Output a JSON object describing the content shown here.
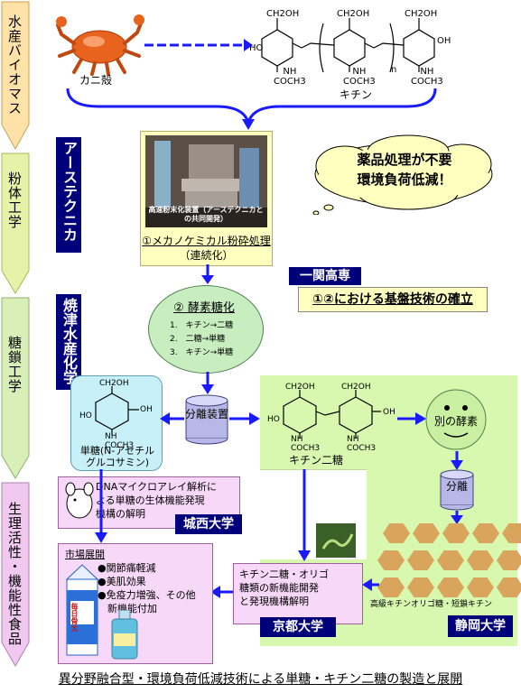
{
  "stages": [
    "水産バイオマス",
    "粉体工学",
    "糖鎖工学",
    "生理活性・機能性食品"
  ],
  "crab_label": "カニ殻",
  "chitin_label": "キチン",
  "chem": {
    "ch2oh": "CH2OH",
    "ho": "HO",
    "oh": "OH",
    "nh": "NH",
    "coch3": "COCH3",
    "n": "n"
  },
  "companies": {
    "aastec": "アーステクニカ",
    "yaizu": "焼津水産化学",
    "ichinoseki": "一関高専",
    "josai": "城西大学",
    "kyoto": "京都大学",
    "shizuoka": "静岡大学"
  },
  "photo_caption": "高速粉末化装置（アーステクニカとの共同開発）",
  "step1": {
    "title": "①メカノケミカル粉砕処理",
    "sub": "（連続化）"
  },
  "cloud": {
    "line1": "薬品処理が不要",
    "line2": "環境負荷低減！"
  },
  "ichinoseki_note": "①②における基盤技術の確立",
  "enzyme": {
    "title": "② 酵素糖化",
    "items": [
      "1.　キチン→二糖",
      "2.　二糖→単糖",
      "3.　キチン→単糖"
    ]
  },
  "separation1": "分離装置",
  "monosaccharide": {
    "line1": "単糖(N-アセチル",
    "line2": "グルコサミン)"
  },
  "chitin_dimer": "キチン二糖",
  "other_enzyme": "別の酵素",
  "separation2": "分離",
  "oligo_label": "高級キチンオリゴ糖・短鎖キチン",
  "josai_text": [
    "DNAマイクロアレイ解析に",
    "よる単糖の生体機能発現",
    "機構の解明"
  ],
  "kyoto_text": [
    "キチン二糖・オリゴ",
    "糖類の新機能開発",
    "と発現機構解明"
  ],
  "market": {
    "title": "市場展開",
    "items": [
      "●関節痛軽減",
      "●美肌効果",
      "●免疫力増強、その他",
      "　新機能付加"
    ]
  },
  "product_label": "毎日骨太",
  "footer": "異分野融合型・環境負荷低減技術による単糖・キチン二糖の製造と展開"
}
